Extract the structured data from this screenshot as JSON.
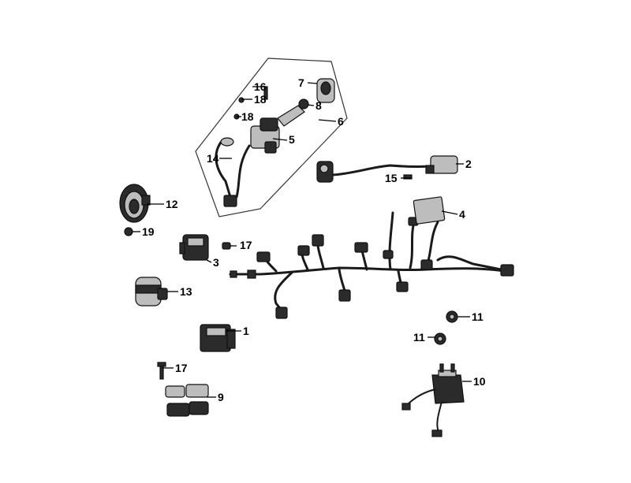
{
  "callouts": {
    "c1": "1",
    "c2": "2",
    "c3": "3",
    "c4": "4",
    "c5": "5",
    "c6": "6",
    "c7": "7",
    "c8": "8",
    "c9": "9",
    "c10": "10",
    "c11a": "11",
    "c11b": "11",
    "c12": "12",
    "c13": "13",
    "c14": "14",
    "c15": "15",
    "c16": "16",
    "c17a": "17",
    "c17b": "17",
    "c18a": "18",
    "c18b": "18",
    "c19": "19"
  }
}
